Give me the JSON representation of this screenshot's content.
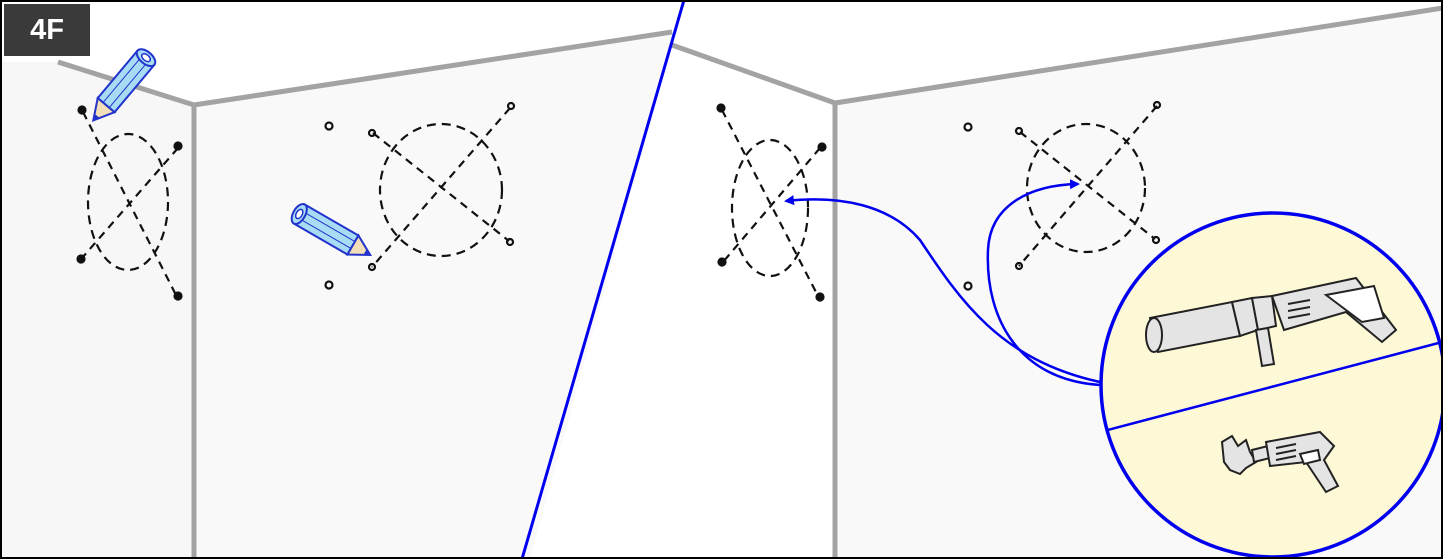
{
  "step": {
    "label": "4F"
  },
  "colors": {
    "wall": "#f7f7f7",
    "edge": "#a3a3a3",
    "divider": "#0000ee",
    "pencil_body": "#a8dcf5",
    "pencil_outline": "#2233cc",
    "inset_fill": "#fdf9d6",
    "inset_stroke": "#0000ee",
    "tool_fill": "#e4e4e4",
    "marks": "#111111"
  },
  "icons": [
    "pencil-icon",
    "core-drill-icon",
    "hole-saw-drill-icon",
    "arrow-icon"
  ],
  "tool_options": [
    {
      "name": "core-drill"
    },
    {
      "name": "hole-saw-drill"
    }
  ]
}
